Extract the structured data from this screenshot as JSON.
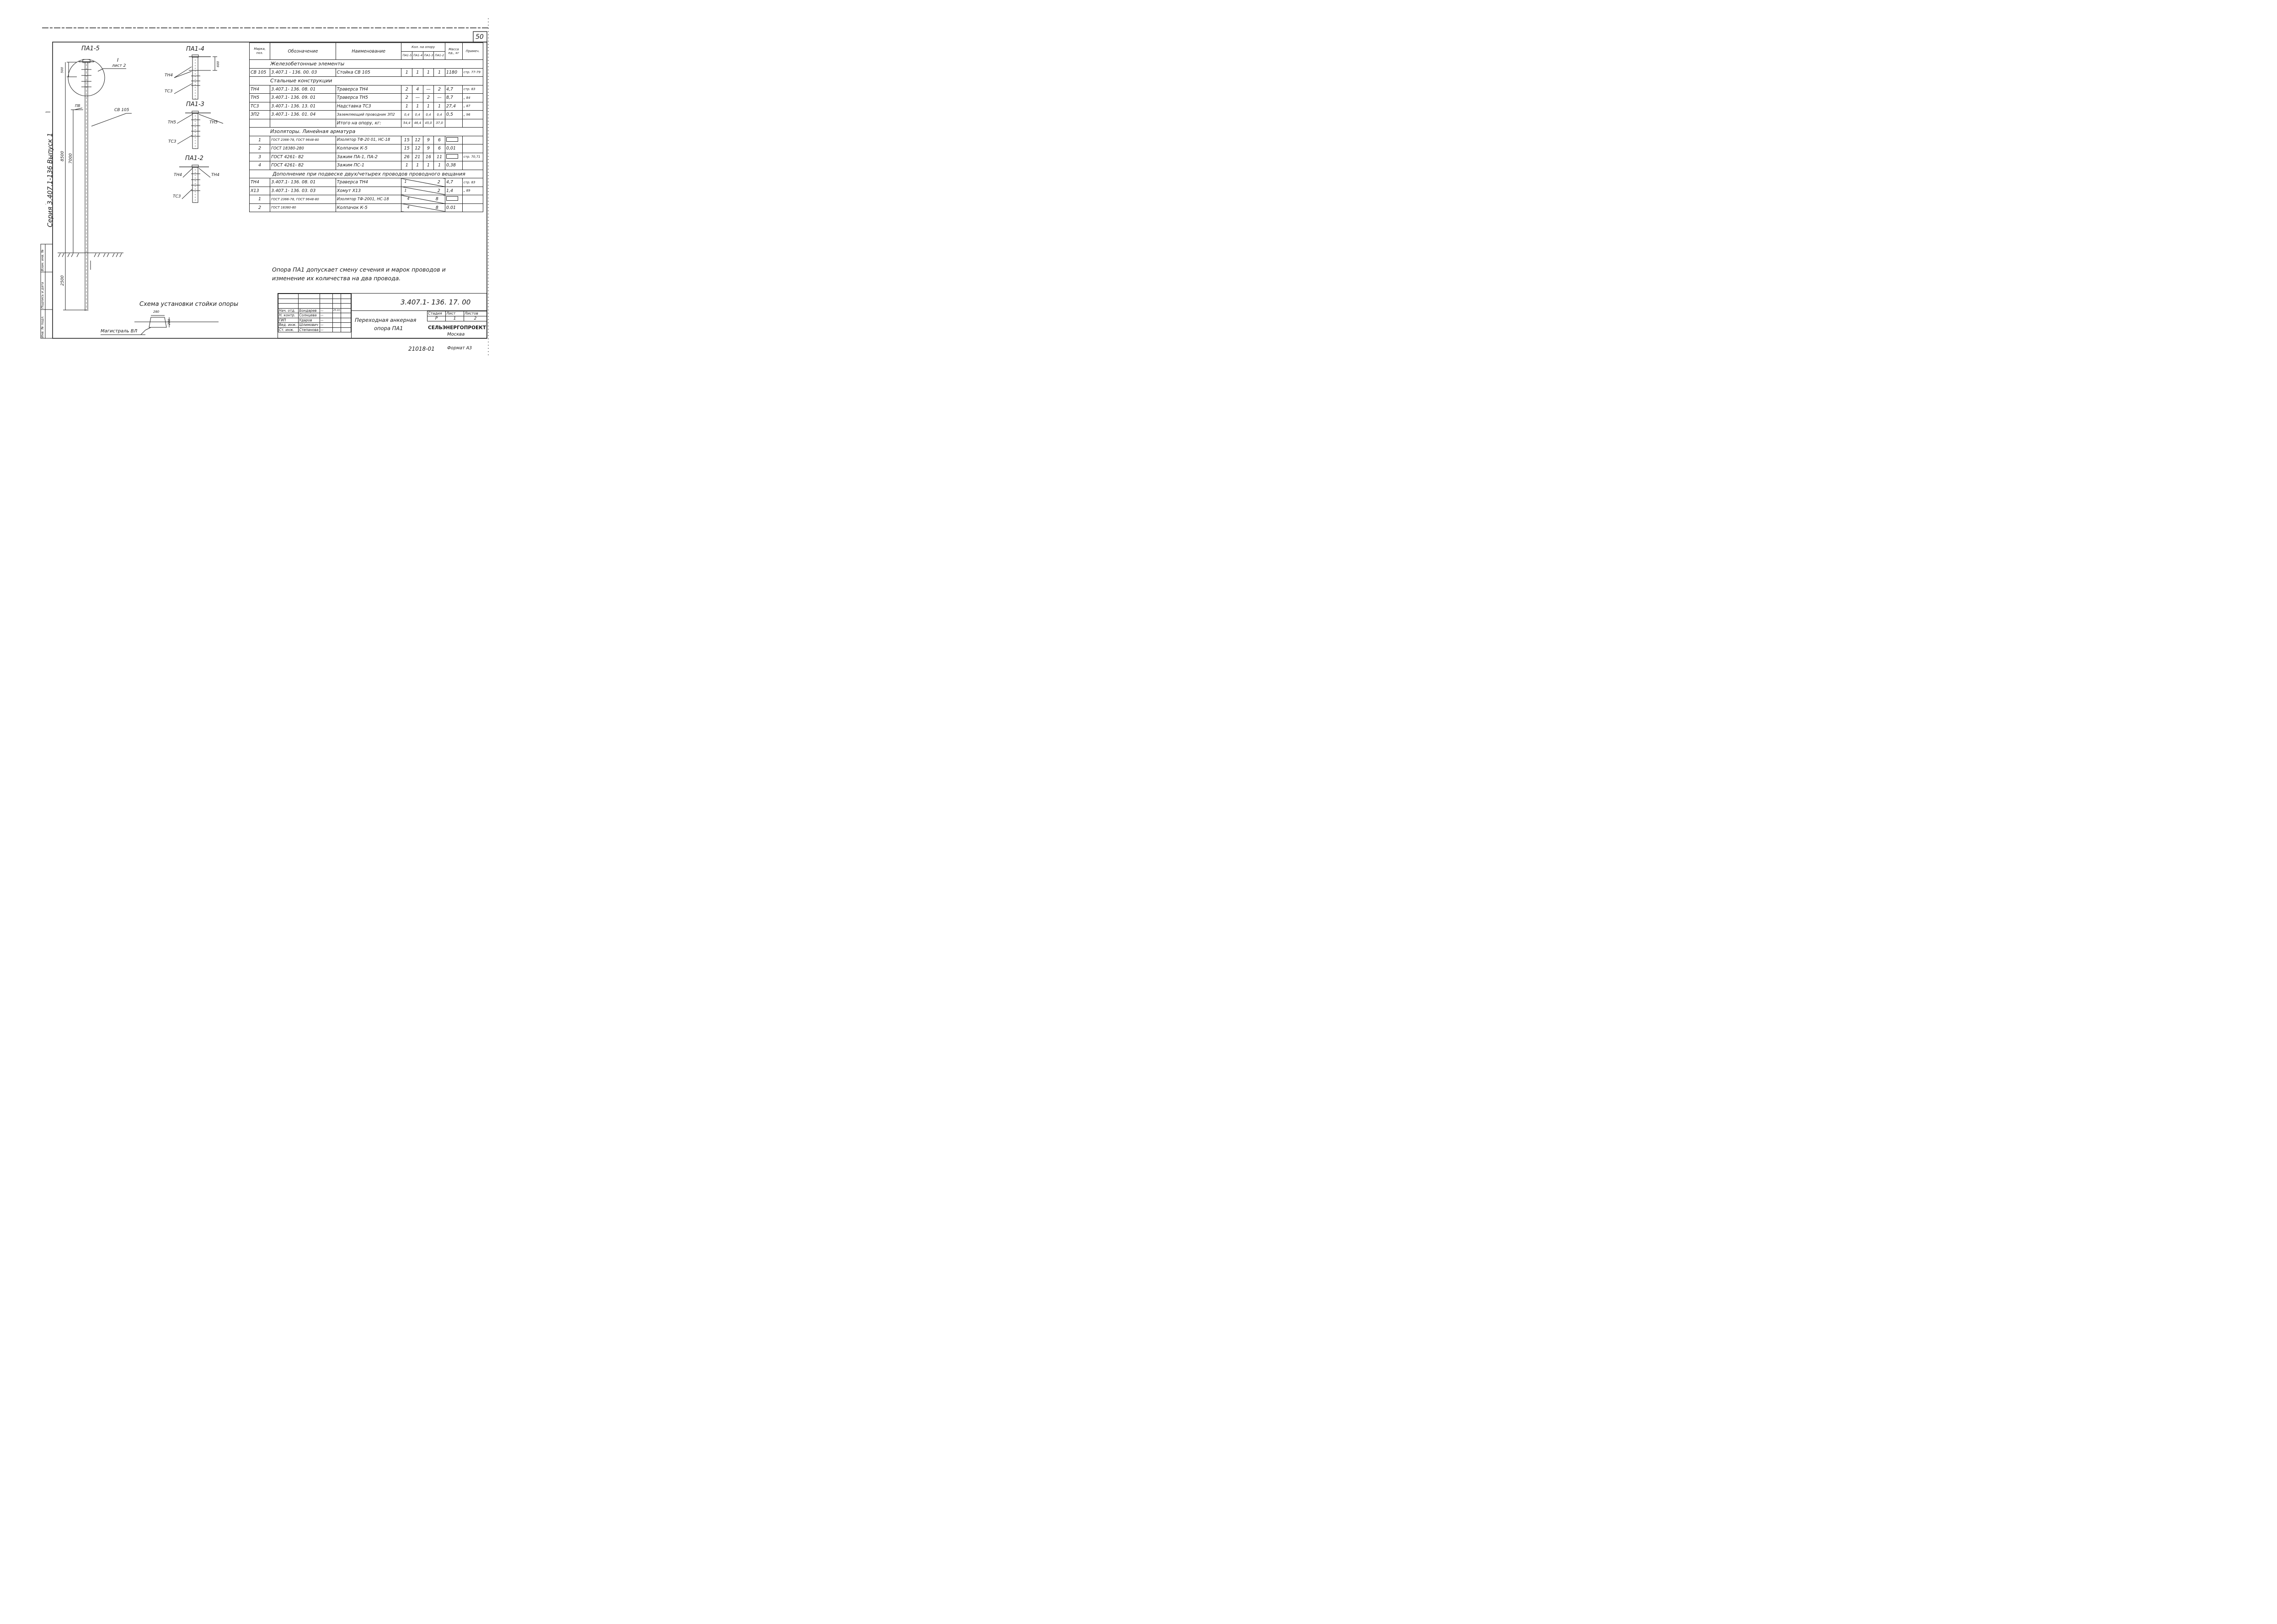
{
  "sheet_number": "50",
  "series_label": "Серия 3.407.1-136 Выпуск 1",
  "side_stamp": [
    "Инв. № подл.",
    "Подпись и дата",
    "Взам. инв. №"
  ],
  "diagrams": {
    "pa1_5": {
      "title": "ПА1-5",
      "callout": "I",
      "callout_sheet": "лист 2",
      "dim_top": "500",
      "label_pv": "ПВ",
      "label_post": "СВ 105",
      "dim_total": "8500",
      "dim_mid": "7000",
      "dim_ground": "2500"
    },
    "pa1_4": {
      "title": "ПА1-4",
      "label_a": "ТН4",
      "label_b": "ТС3",
      "dim": "600"
    },
    "pa1_3": {
      "title": "ПА1-3",
      "label_left": "ТН5",
      "label_right": "ТН5",
      "label_b": "ТС3"
    },
    "pa1_2": {
      "title": "ПА1-2",
      "label_left": "ТН4",
      "label_right": "ТН4",
      "label_b": "ТС3"
    }
  },
  "install_scheme": {
    "title": "Схема установки стойки опоры",
    "dim_w": "280",
    "dim_h": "200",
    "label": "Магистраль ВЛ"
  },
  "spec": {
    "headers": {
      "mark": "Марка, поз.",
      "designation": "Обозначение",
      "name": "Наименование",
      "qty": "Кол. на опору",
      "qty_cols": [
        "ПА1-5",
        "ПА1-4",
        "ПА1-3",
        "ПА1-2"
      ],
      "mass": "Масса ед., кг",
      "note": "Примеч."
    },
    "sections": [
      {
        "title": "Железобетонные элементы",
        "rows": [
          {
            "mark": "СВ 105",
            "designation": "3.407.1 - 136. 00. 03",
            "name": "Стойка СВ 105",
            "q": [
              "1",
              "1",
              "1",
              "1"
            ],
            "mass": "1180",
            "note": "стр. 77-79"
          }
        ]
      },
      {
        "title": "Стальные конструкции",
        "rows": [
          {
            "mark": "ТН4",
            "designation": "3.407.1- 136. 08. 01",
            "name": "Траверса ТН4",
            "q": [
              "2",
              "4",
              "—",
              "2"
            ],
            "mass": "4,7",
            "note": "стр. 83"
          },
          {
            "mark": "ТН5",
            "designation": "3.407.1- 136. 09. 01",
            "name": "Траверса ТН5",
            "q": [
              "2",
              "—",
              "2",
              "—"
            ],
            "mass": "8,7",
            "note": "„ 84"
          },
          {
            "mark": "ТС3",
            "designation": "3.407.1- 136. 13. 01",
            "name": "Надставка ТС3",
            "q": [
              "1",
              "1",
              "1",
              "1"
            ],
            "mass": "27,4",
            "note": "„ 87"
          },
          {
            "mark": "ЗП2",
            "designation": "3.407.1- 136. 01. 04",
            "name": "Заземляющий проводник ЗП2",
            "q": [
              "0,4",
              "0,4",
              "0,4",
              "0,4"
            ],
            "mass": "0,5",
            "note": "„ 96"
          },
          {
            "mark": "",
            "designation": "",
            "name": "Итого на опору, кг:",
            "q": [
              "54,4",
              "46,4",
              "45,0",
              "37,0"
            ],
            "mass": "",
            "note": ""
          }
        ]
      },
      {
        "title": "Изоляторы. Линейная арматура",
        "rows": [
          {
            "mark": "1",
            "designation": "ГОСТ 2366-78, ГОСТ 9648-80",
            "name": "Изолятор ТФ-20 01, НС-18",
            "q": [
              "15",
              "12",
              "9",
              "6"
            ],
            "mass": "",
            "note": ""
          },
          {
            "mark": "2",
            "designation": "ГОСТ 18380-280",
            "name": "Колпачок К-5",
            "q": [
              "15",
              "12",
              "9",
              "6"
            ],
            "mass": "0,01",
            "note": ""
          },
          {
            "mark": "3",
            "designation": "ГОСТ 4261- 82",
            "name": "Зажим ПА-1, ПА-2",
            "q": [
              "26",
              "21",
              "16",
              "11"
            ],
            "mass": "",
            "note": "стр. 70,71"
          },
          {
            "mark": "4",
            "designation": "ГОСТ 4261- 82",
            "name": "Зажим ПС-1",
            "q": [
              "1",
              "1",
              "1",
              "1"
            ],
            "mass": "0,38",
            "note": ""
          }
        ]
      },
      {
        "title": "Дополнение при подвеске двух/четырех проводов проводного вещания",
        "rows": [
          {
            "mark": "ТН4",
            "designation": "3.407.1- 136. 08. 01",
            "name": "Траверса ТН4",
            "q2": [
              "1",
              "2"
            ],
            "mass": "4,7",
            "note": "стр. 83"
          },
          {
            "mark": "Х13",
            "designation": "3.407.1- 136. 03. 03",
            "name": "Хомут Х13",
            "q2": [
              "1",
              "2"
            ],
            "mass": "1,4",
            "note": "„ 89"
          },
          {
            "mark": "1",
            "designation": "ГОСТ 2366-78, ГОСТ 9648-80",
            "name": "Изолятор ТФ-2001, НС-18",
            "q2": [
              "4",
              "8"
            ],
            "mass": "",
            "note": ""
          },
          {
            "mark": "2",
            "designation": "ГОСТ 18380-80",
            "name": "Колпачок К-5",
            "q2": [
              "4",
              "8"
            ],
            "mass": "0.01",
            "note": ""
          }
        ]
      }
    ]
  },
  "note_text": [
    "Опора ПА1 допускает смену сечения и марок проводов и",
    "изменение их количества на два провода."
  ],
  "title_block": {
    "code": "3.407.1- 136. 17. 00",
    "title": [
      "Переходная анкерная",
      "опора ПА1"
    ],
    "people": [
      {
        "role": "Нач. отд.",
        "name": "Бондарев",
        "date": "25.10.85"
      },
      {
        "role": "Н. контр.",
        "name": "Солнцева",
        "date": ""
      },
      {
        "role": "ГИП",
        "name": "Ударов",
        "date": ""
      },
      {
        "role": "Вед. инж.",
        "name": "Шлимович",
        "date": ""
      },
      {
        "role": "Ст. инж.",
        "name": "Степанова",
        "date": ""
      }
    ],
    "stage_label": "Стадия",
    "sheet_label": "Лист",
    "sheets_label": "Листов",
    "stage": "Р",
    "sheet": "1",
    "sheets": "2",
    "org": "СЕЛЬЭНЕРГОПРОЕКТ",
    "city": "Москва"
  },
  "archive_number": "21018-01",
  "format_label": "Формат А3"
}
